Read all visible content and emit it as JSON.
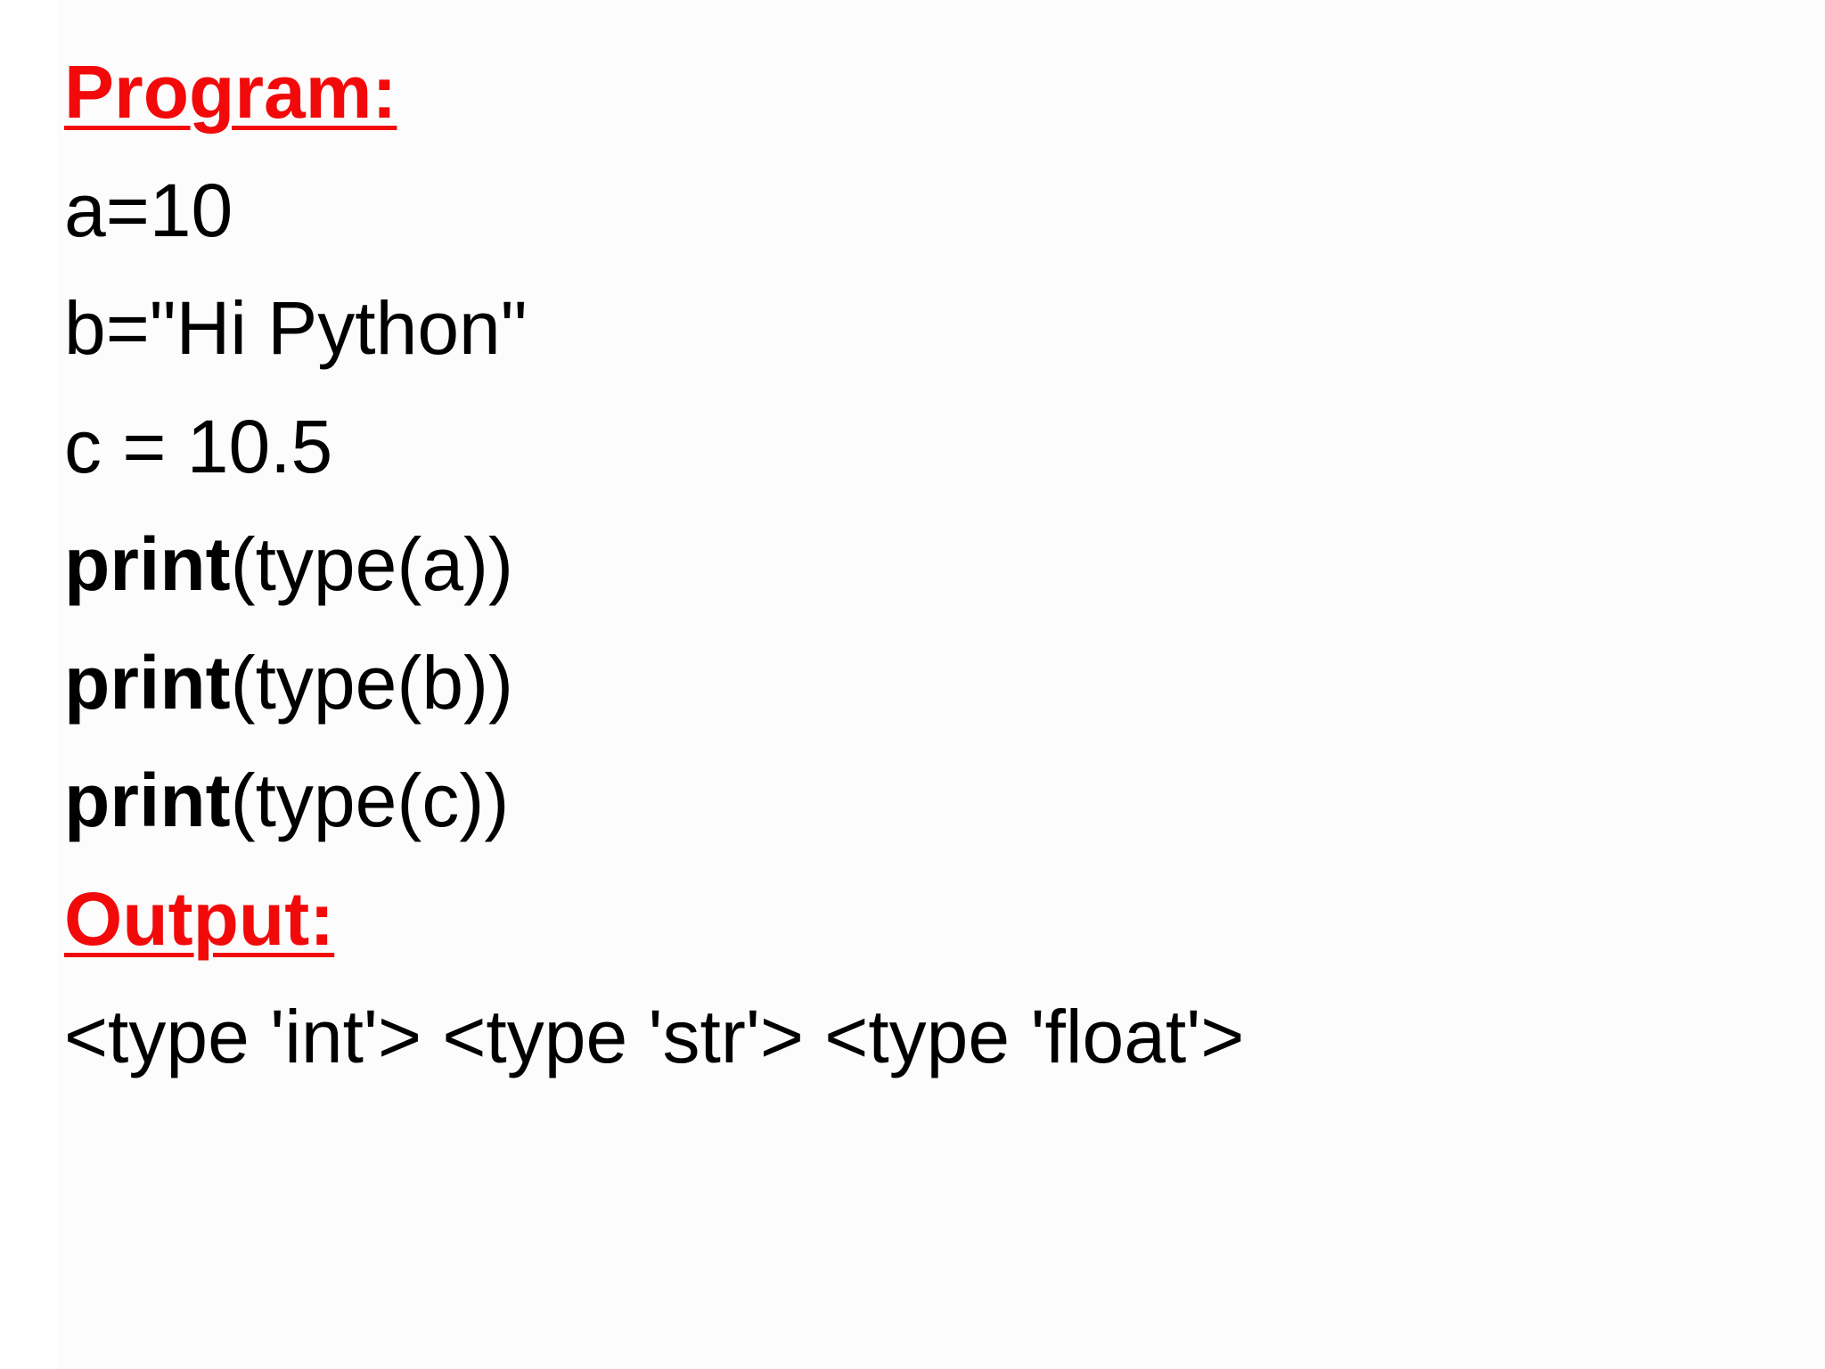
{
  "program": {
    "heading": "Program:",
    "lines": [
      {
        "text": "a=10"
      },
      {
        "text": "b=\"Hi Python\""
      },
      {
        "text": "c = 10.5"
      },
      {
        "keyword": "print",
        "rest": "(type(a))"
      },
      {
        "keyword": "print",
        "rest": "(type(b))"
      },
      {
        "keyword": "print",
        "rest": "(type(c))"
      }
    ]
  },
  "output": {
    "heading": "Output:",
    "text": "<type 'int'> <type 'str'> <type 'float'>"
  },
  "colors": {
    "heading": "#f20a0a",
    "text": "#000000"
  }
}
